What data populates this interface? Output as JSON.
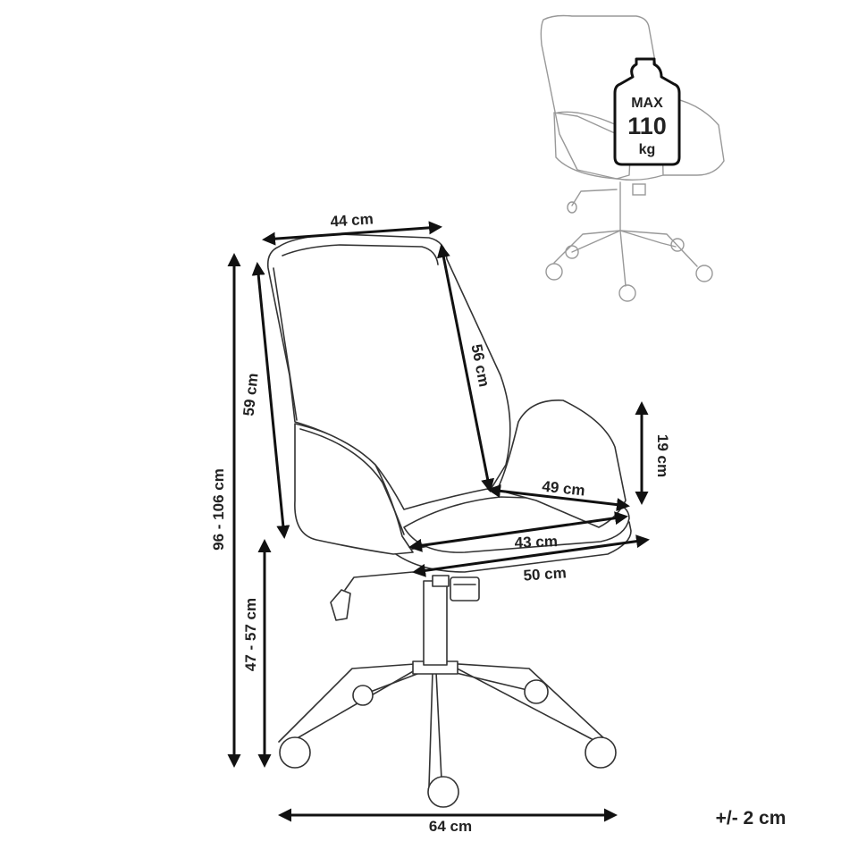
{
  "dimensions": {
    "top_width": "44 cm",
    "back_height": "56 cm",
    "backrest_height": "59 cm",
    "total_height": "96 - 106 cm",
    "seat_height": "47 -  57 cm",
    "armrest_height": "19 cm",
    "seat_depth": "49 cm",
    "seat_width": "43 cm",
    "overall_width": "50 cm",
    "base_width": "64 cm"
  },
  "tolerance": "+/- 2 cm",
  "weight_badge": {
    "line1": "MAX",
    "line2": "110",
    "line3": "kg"
  }
}
